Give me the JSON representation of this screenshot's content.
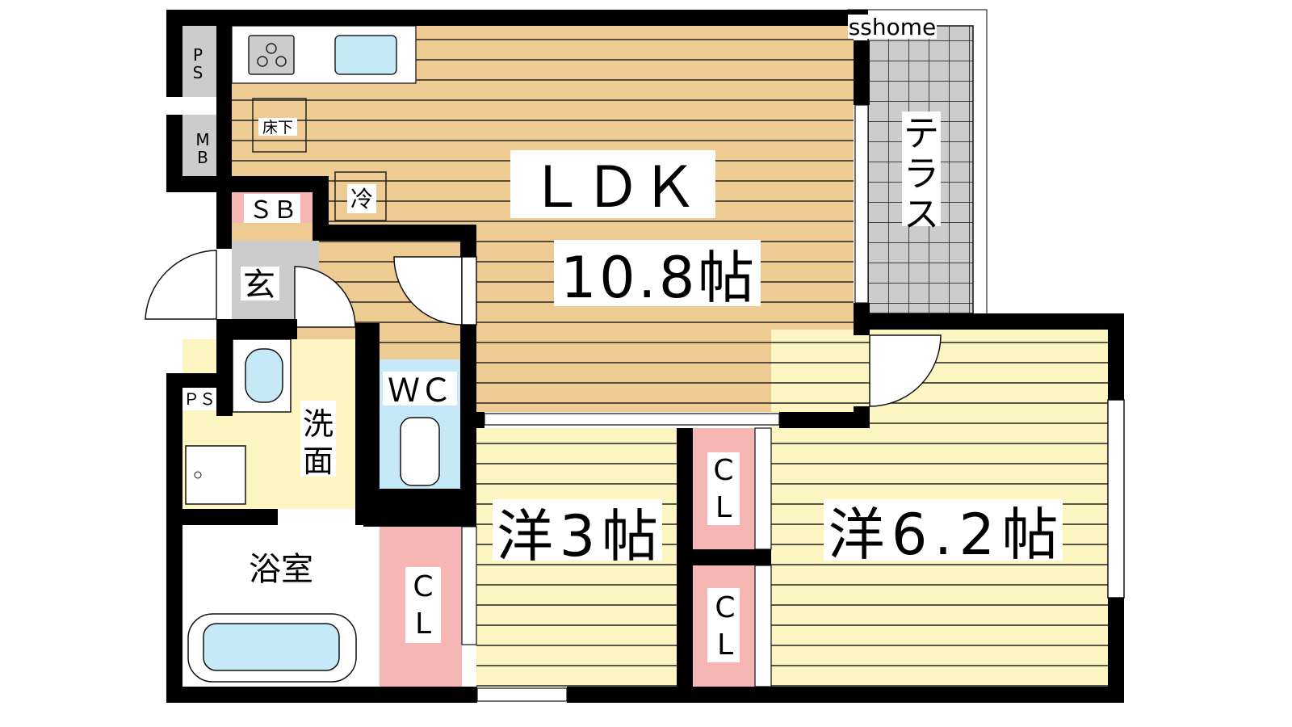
{
  "watermark": "sshome",
  "colors": {
    "ldk_floor": "#efcb94",
    "bedroom_floor": "#fdf6c3",
    "closet": "#f7b6b6",
    "water": "#c6e9f8",
    "tile": "#cccccc",
    "wall": "#000000"
  },
  "rooms": {
    "ldk": {
      "name": "ＬＤＫ",
      "size": "10.8帖"
    },
    "western_small": {
      "name": "洋3帖"
    },
    "western_large": {
      "name": "洋6.2帖"
    },
    "terrace": {
      "name": "テラス"
    },
    "washroom": {
      "name": "洗面"
    },
    "bathroom": {
      "name": "浴室"
    },
    "wc": {
      "name": "ＷＣ"
    },
    "entrance": {
      "name": "玄"
    },
    "shoe_box": {
      "name": "ＳＢ"
    },
    "ps_top": {
      "name": "PS"
    },
    "ps_bottom": {
      "name": "ＰＳ"
    },
    "mb": {
      "name": "MB"
    },
    "underfloor": {
      "name": "床下"
    },
    "fridge": {
      "name": "冷"
    },
    "closets": [
      {
        "name": "CL"
      },
      {
        "name": "CL"
      },
      {
        "name": "CL"
      }
    ]
  }
}
